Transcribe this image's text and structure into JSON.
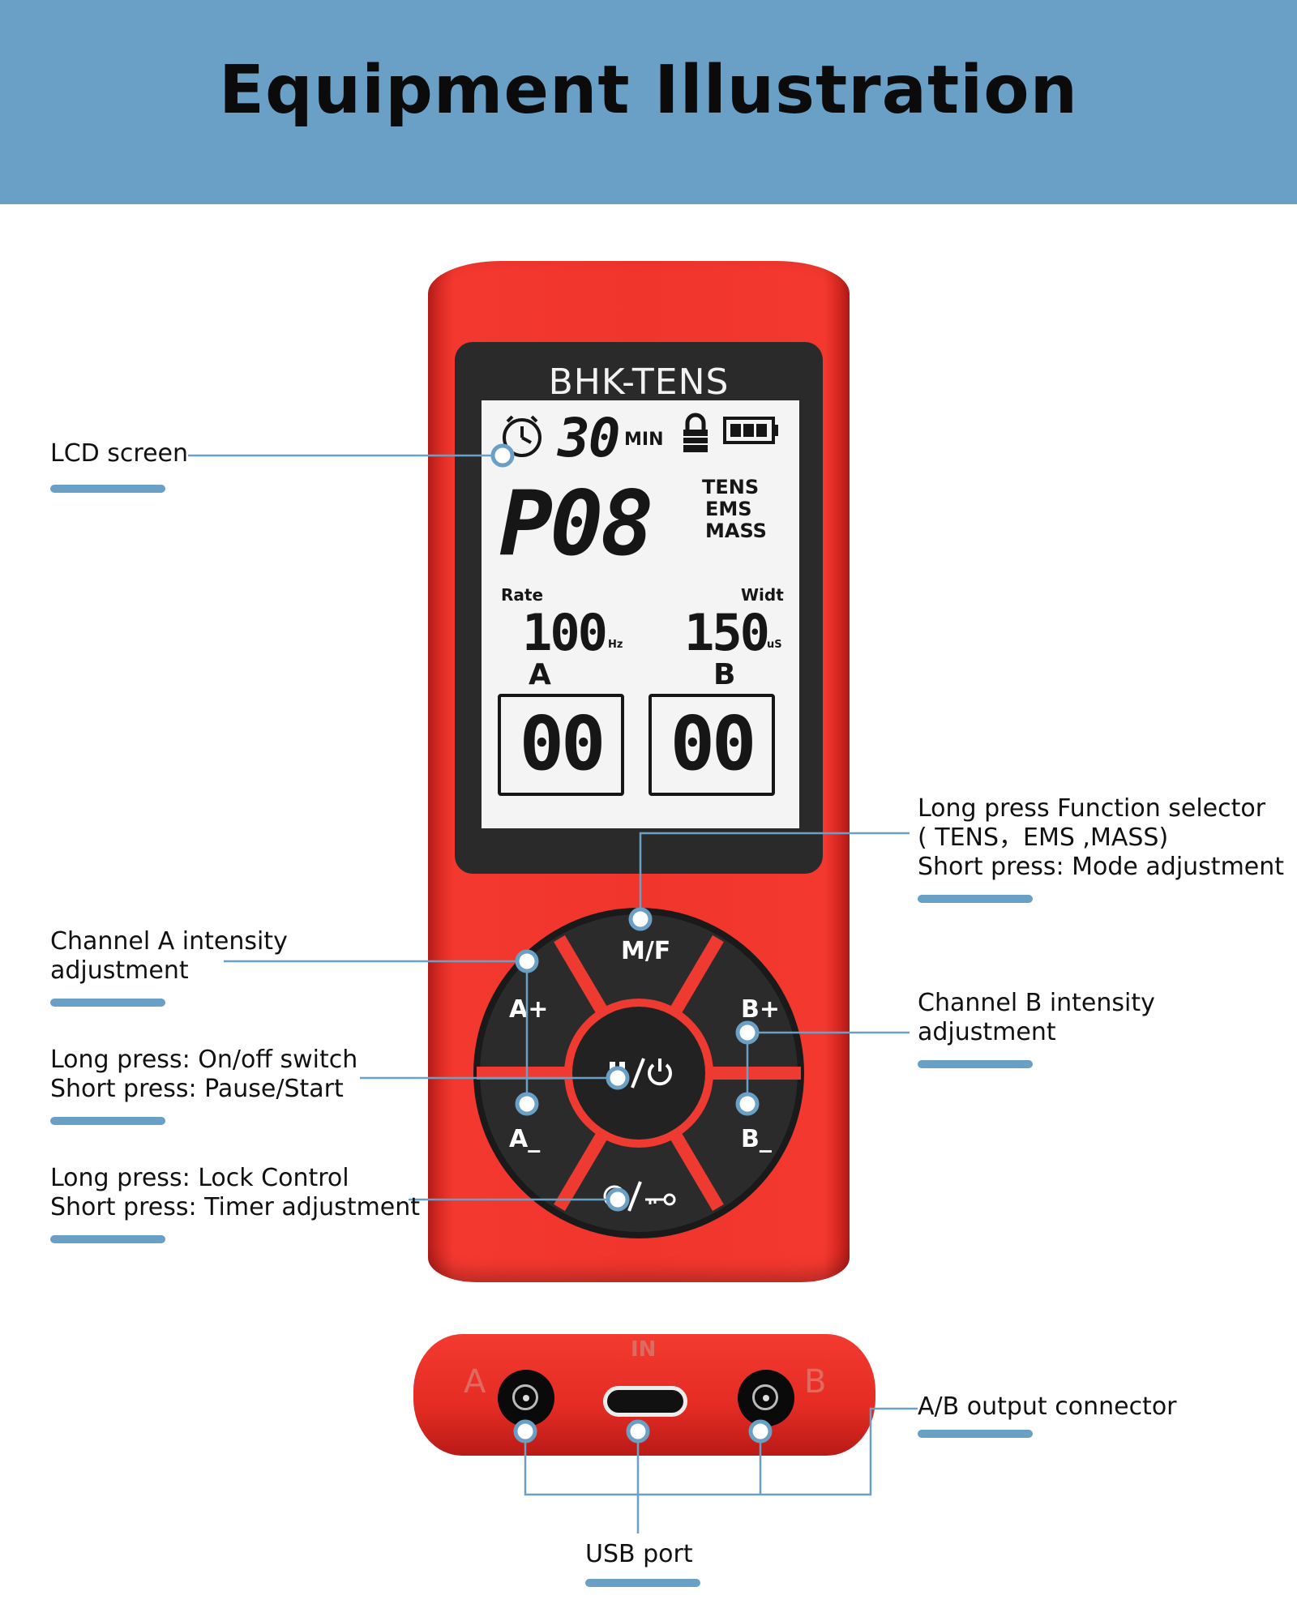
{
  "header": {
    "title": "Equipment Illustration"
  },
  "device": {
    "brand": "BHK-TENS",
    "lcd": {
      "timer": "30",
      "timer_unit": "MIN",
      "program": "P08",
      "modes": [
        "TENS",
        "EMS",
        "MASS"
      ],
      "rate_label": "Rate",
      "rate_value": "100",
      "rate_unit": "Hz",
      "width_label": "Widt",
      "width_value": "150",
      "width_unit": "uS",
      "channel_a_label": "A",
      "channel_a_value": "00",
      "channel_b_label": "B",
      "channel_b_value": "00"
    },
    "keys": {
      "mf": "M/F",
      "a_plus": "A+",
      "a_minus": "A_",
      "b_plus": "B+",
      "b_minus": "B_"
    },
    "bottom": {
      "in_label": "IN",
      "left_letter": "A",
      "right_letter": "B"
    }
  },
  "callouts": {
    "lcd_screen": "LCD screen",
    "function_selector": [
      "Long press Function selector",
      "( TENS，EMS ,MASS)",
      "Short press: Mode adjustment"
    ],
    "channel_a": [
      "Channel A intensity",
      "adjustment"
    ],
    "channel_b": [
      "Channel B intensity",
      "adjustment"
    ],
    "power": [
      "Long press: On/off switch",
      "Short press: Pause/Start"
    ],
    "lock_timer": [
      "Long press: Lock Control",
      "Short press: Timer adjustment"
    ],
    "output_connector": "A/B output connector",
    "usb_port": "USB port"
  },
  "colors": {
    "banner": "#6a9fc6",
    "device_red": "#f0352d",
    "key_dark": "#2b2b2b",
    "accent_line": "#6a9fc6"
  }
}
